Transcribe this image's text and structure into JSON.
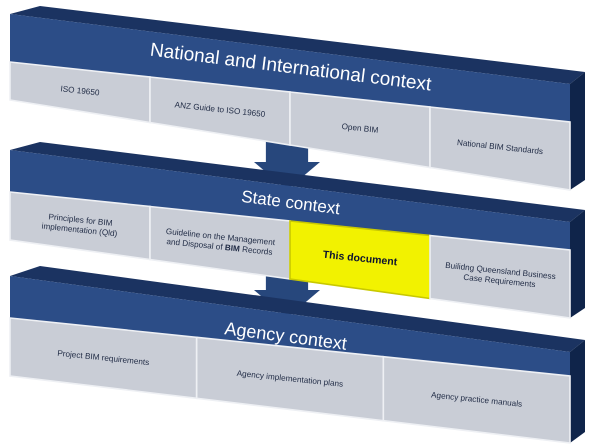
{
  "colors": {
    "banner_front": "#2c4d87",
    "banner_top": "#1b3361",
    "banner_side": "#0f244a",
    "cell_face": "#c9cdd6",
    "cell_border": "#eef0f4",
    "highlight": "#f2f200",
    "highlight_border": "#c8c800",
    "arrow": "#27477c"
  },
  "tiers": [
    {
      "title": "National and International context",
      "cells": [
        {
          "lines": [
            "ISO 19650"
          ]
        },
        {
          "lines": [
            "ANZ Guide to ISO 19650"
          ]
        },
        {
          "lines": [
            "Open BIM"
          ]
        },
        {
          "lines": [
            "National BIM Standards"
          ]
        }
      ]
    },
    {
      "title": "State context",
      "cells": [
        {
          "lines": [
            "Principles for BIM",
            "implementation (Qld)"
          ]
        },
        {
          "lines": [
            "Guideline on the Management",
            "and Disposal of BIM Records"
          ],
          "bold_word": "BIM"
        },
        {
          "lines": [
            "This document"
          ],
          "highlight": true
        },
        {
          "lines": [
            "Builidng Queensland Business",
            "Case Requirements"
          ]
        }
      ]
    },
    {
      "title": "Agency context",
      "cells": [
        {
          "lines": [
            "Project BIM requirements"
          ]
        },
        {
          "lines": [
            "Agency implementation plans"
          ]
        },
        {
          "lines": [
            "Agency practice manuals"
          ]
        }
      ]
    }
  ]
}
